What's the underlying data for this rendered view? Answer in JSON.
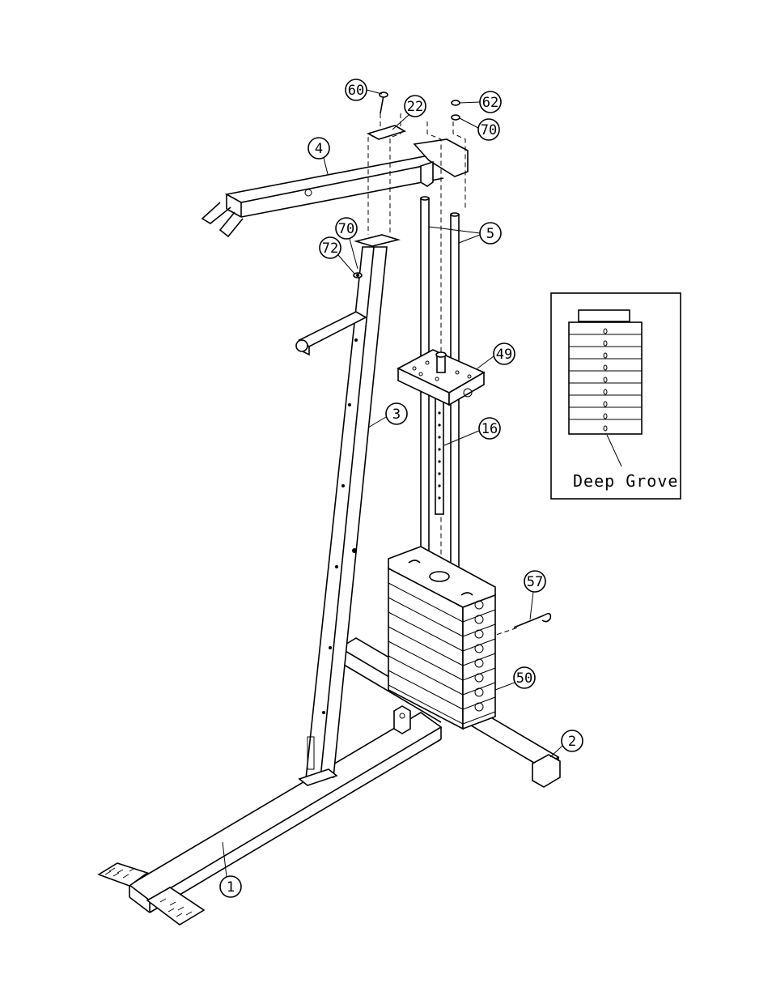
{
  "callouts": [
    {
      "id": "60",
      "label": "60"
    },
    {
      "id": "22",
      "label": "22"
    },
    {
      "id": "62",
      "label": "62"
    },
    {
      "id": "70a",
      "label": "70"
    },
    {
      "id": "4",
      "label": "4"
    },
    {
      "id": "5",
      "label": "5"
    },
    {
      "id": "70b",
      "label": "70"
    },
    {
      "id": "72",
      "label": "72"
    },
    {
      "id": "49",
      "label": "49"
    },
    {
      "id": "3",
      "label": "3"
    },
    {
      "id": "16",
      "label": "16"
    },
    {
      "id": "57",
      "label": "57"
    },
    {
      "id": "50",
      "label": "50"
    },
    {
      "id": "2",
      "label": "2"
    },
    {
      "id": "1",
      "label": "1"
    }
  ],
  "inset": {
    "caption": "Deep Grove"
  }
}
